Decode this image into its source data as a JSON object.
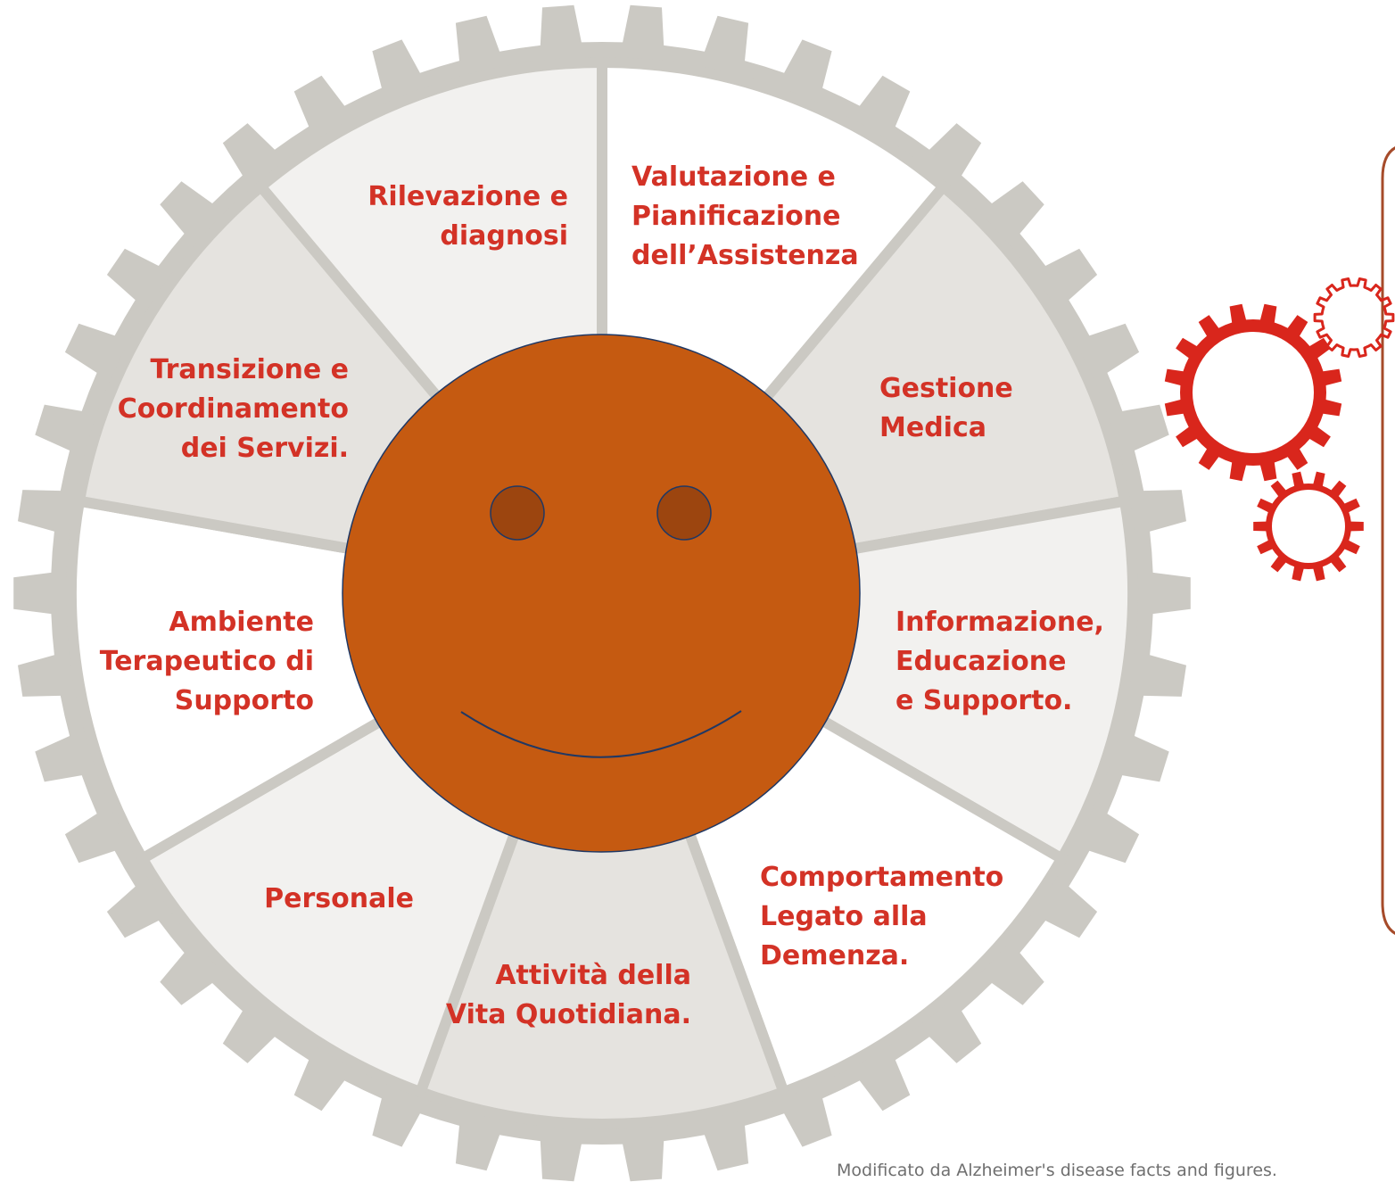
{
  "diagram": {
    "segments": [
      {
        "id": "rilevazione",
        "lines": [
          "Rilevazione e",
          "diagnosi"
        ],
        "shade": "light"
      },
      {
        "id": "valutazione",
        "lines": [
          "Valutazione e",
          "Pianificazione",
          "dell’Assistenza"
        ],
        "shade": "white"
      },
      {
        "id": "gestione",
        "lines": [
          "Gestione",
          "Medica"
        ],
        "shade": "dark"
      },
      {
        "id": "informazione",
        "lines": [
          "Informazione,",
          "Educazione",
          "e Supporto."
        ],
        "shade": "light"
      },
      {
        "id": "comportamento",
        "lines": [
          "Comportamento",
          "Legato alla",
          "Demenza."
        ],
        "shade": "white"
      },
      {
        "id": "attivita",
        "lines": [
          "Attività della",
          "Vita Quotidiana."
        ],
        "shade": "dark"
      },
      {
        "id": "personale",
        "lines": [
          "Personale"
        ],
        "shade": "light"
      },
      {
        "id": "ambiente",
        "lines": [
          "Ambiente",
          "Terapeutico di",
          "Supporto"
        ],
        "shade": "white"
      },
      {
        "id": "transizione",
        "lines": [
          "Transizione e",
          "Coordinamento",
          "dei Servizi."
        ],
        "shade": "dark"
      }
    ],
    "caption": "Modificato da Alzheimer's disease facts and figures."
  },
  "colors": {
    "gear": "#cbc9c3",
    "segment_white": "#ffffff",
    "segment_light": "#f2f1ef",
    "segment_dark": "#e5e3df",
    "label_red": "#d33226",
    "smiley_face": "#c55a11",
    "smiley_eye": "#9c450f",
    "smiley_outline": "#203864",
    "small_gears": "#d9261c",
    "panel_border": "#a64b2a"
  },
  "icons": {
    "center": "smiley-face-icon",
    "side": "gears-icon"
  }
}
